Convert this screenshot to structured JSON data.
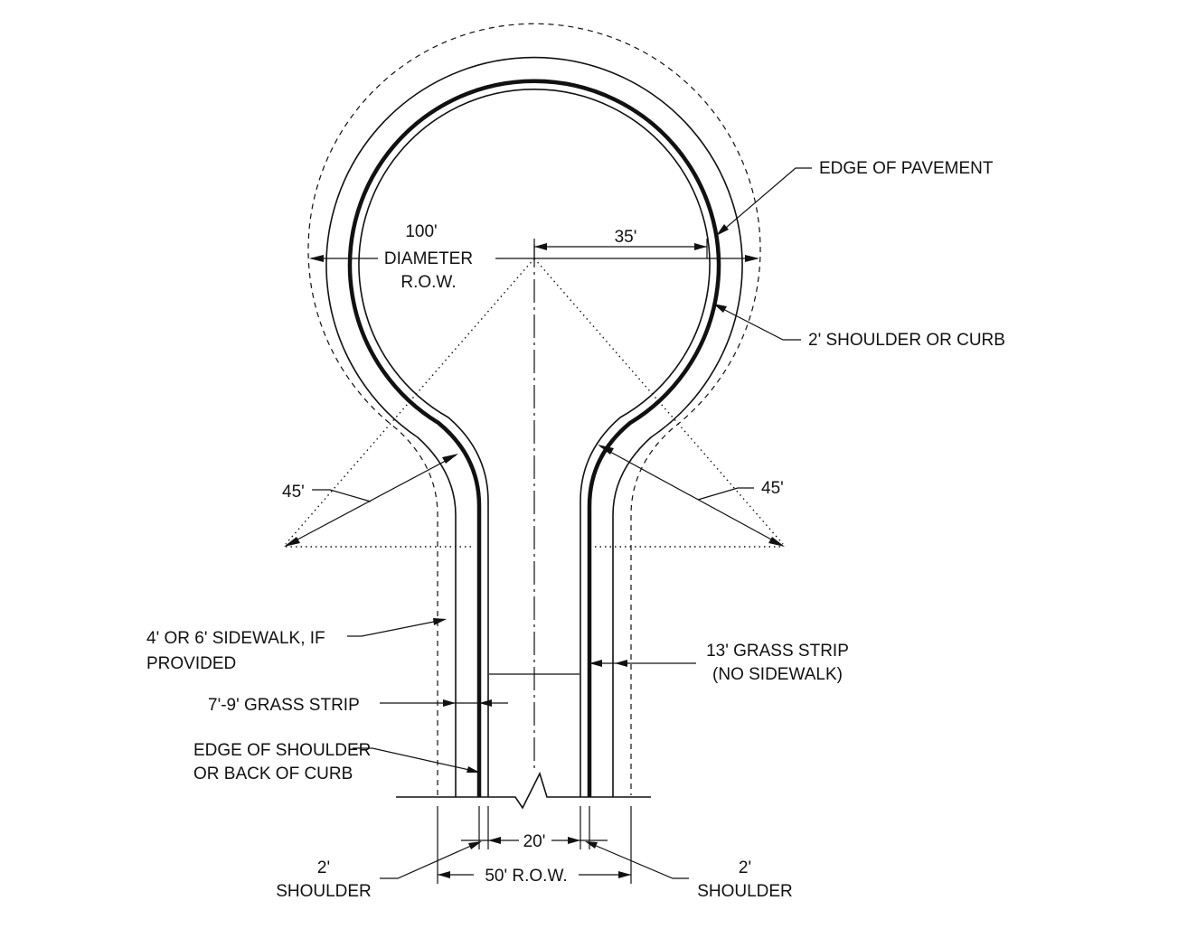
{
  "labels": {
    "row_diameter_value": "100'",
    "row_diameter_text1": "DIAMETER",
    "row_diameter_text2": "R.O.W.",
    "radius_35": "35'",
    "edge_of_pavement": "EDGE OF PAVEMENT",
    "shoulder_or_curb": "2' SHOULDER OR CURB",
    "radius_45_left": "45'",
    "radius_45_right": "45'",
    "sidewalk_line1": "4' OR 6' SIDEWALK, IF",
    "sidewalk_line2": "PROVIDED",
    "grass_strip_13_line1": "13' GRASS STRIP",
    "grass_strip_13_line2": "(NO SIDEWALK)",
    "grass_strip_7_9": "7'-9' GRASS STRIP",
    "edge_shoulder_line1": "EDGE OF SHOULDER",
    "edge_shoulder_line2": "OR BACK OF CURB",
    "dim_20": "20'",
    "dim_50_row": "50' R.O.W.",
    "shoulder_left_value": "2'",
    "shoulder_left_text": "SHOULDER",
    "shoulder_right_value": "2'",
    "shoulder_right_text": "SHOULDER"
  }
}
